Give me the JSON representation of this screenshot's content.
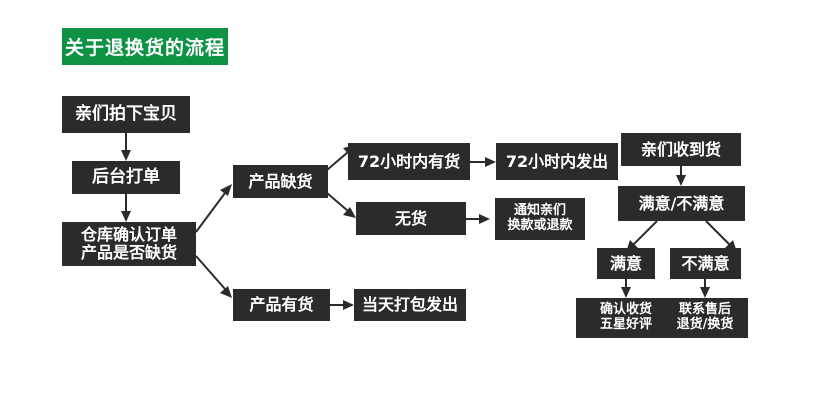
{
  "page": {
    "title_badge": "关于退换货的流程",
    "accent_color": "#0e9345",
    "node_color": "#2b2b2b",
    "text_color": "#ffffff",
    "background_color": "#ffffff"
  },
  "flowchart": {
    "type": "flowchart",
    "direction": "left-to-right with vertical branches",
    "nodes": [
      {
        "id": "n1",
        "label": "亲们拍下宝贝"
      },
      {
        "id": "n2",
        "label": "后台打单"
      },
      {
        "id": "n3",
        "label": "仓库确认订单\n产品是否缺货"
      },
      {
        "id": "n4",
        "label": "产品缺货"
      },
      {
        "id": "n5",
        "label": "产品有货"
      },
      {
        "id": "n6",
        "label": "72小时内有货"
      },
      {
        "id": "n7",
        "label": "72小时内发出"
      },
      {
        "id": "n8",
        "label": "无货"
      },
      {
        "id": "n9",
        "label": "通知亲们\n换款或退款"
      },
      {
        "id": "n10",
        "label": "当天打包发出"
      },
      {
        "id": "n11",
        "label": "亲们收到货"
      },
      {
        "id": "n12",
        "label": "满意/不满意"
      },
      {
        "id": "n13",
        "label": "满意"
      },
      {
        "id": "n14",
        "label": "不满意"
      },
      {
        "id": "n15",
        "label": "确认收货\n五星好评"
      },
      {
        "id": "n16",
        "label": "联系售后\n退货/换货"
      }
    ],
    "edges": [
      {
        "from": "n1",
        "to": "n2",
        "style": "vertical-arrow"
      },
      {
        "from": "n2",
        "to": "n3",
        "style": "vertical-arrow"
      },
      {
        "from": "n3",
        "to": "n4",
        "style": "diagonal-arrow-up-right"
      },
      {
        "from": "n3",
        "to": "n5",
        "style": "diagonal-arrow-down-right"
      },
      {
        "from": "n4",
        "to": "n6",
        "style": "diagonal-arrow-up-right"
      },
      {
        "from": "n4",
        "to": "n8",
        "style": "diagonal-arrow-down-right"
      },
      {
        "from": "n6",
        "to": "n7",
        "style": "horizontal-arrow"
      },
      {
        "from": "n8",
        "to": "n9",
        "style": "horizontal-arrow"
      },
      {
        "from": "n5",
        "to": "n10",
        "style": "horizontal-arrow"
      },
      {
        "from": "n11",
        "to": "n12",
        "style": "vertical-arrow"
      },
      {
        "from": "n12",
        "to": "n13",
        "style": "diagonal-arrow-down-left"
      },
      {
        "from": "n12",
        "to": "n14",
        "style": "diagonal-arrow-down-right"
      },
      {
        "from": "n13",
        "to": "n15",
        "style": "vertical-arrow"
      },
      {
        "from": "n14",
        "to": "n16",
        "style": "vertical-arrow"
      }
    ]
  }
}
